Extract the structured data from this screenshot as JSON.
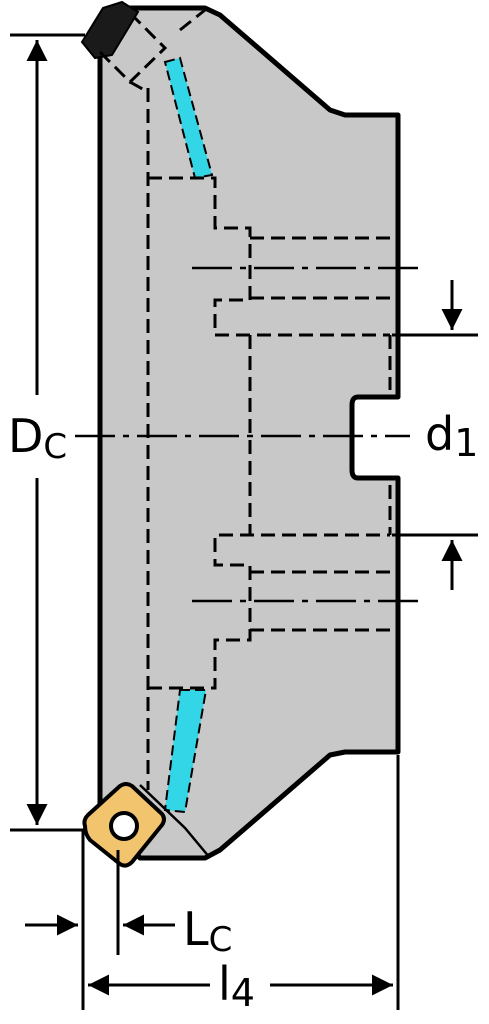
{
  "labels": {
    "Dc": {
      "main": "D",
      "sub": "C"
    },
    "d1": {
      "main": "d",
      "sub": "1"
    },
    "Lc": {
      "main": "L",
      "sub": "C"
    },
    "l4": {
      "main": "l",
      "sub": "4"
    }
  },
  "colors": {
    "body": "#c8c8c8",
    "outline": "#000000",
    "coolant": "#33d6e6",
    "insert": "#f2c46e",
    "background": "#ffffff"
  }
}
